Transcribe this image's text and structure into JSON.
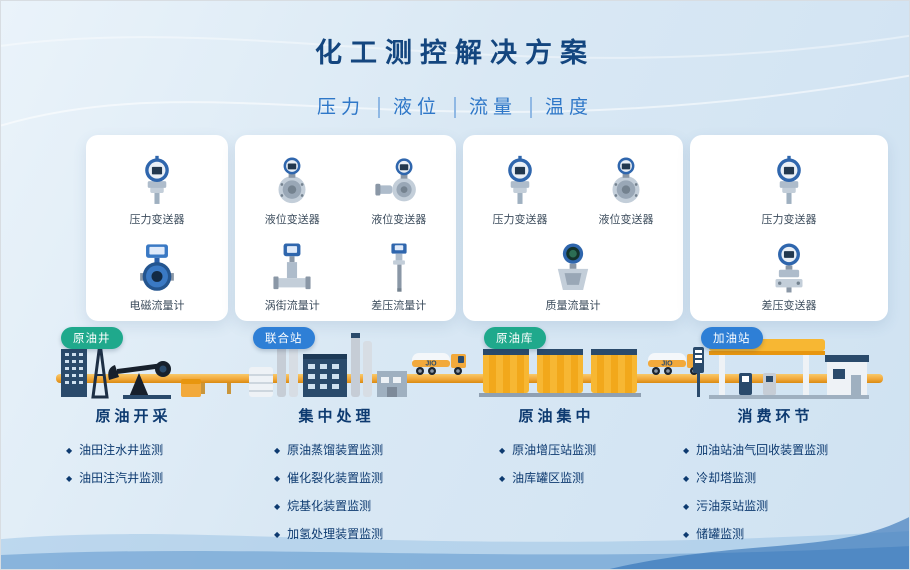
{
  "ui": {
    "bullet_glyph": "◆"
  },
  "page": {
    "title": "化工测控解决方案",
    "subtitle_parts": [
      "压力",
      "液位",
      "流量",
      "温度"
    ]
  },
  "colors": {
    "title_navy": "#14467f",
    "subtitle_blue": "#2e77c8",
    "text_navy": "#0d3a70",
    "pipeline_orange": "#f2a93b",
    "badge_teal": "#1fa98c",
    "badge_blue": "#2e7fd6"
  },
  "cards": [
    {
      "slots": [
        {
          "icon": "pressure-transmitter-icon",
          "label": "压力变送器"
        },
        {
          "icon": "electromagnetic-flowmeter-icon",
          "label": "电磁流量计"
        }
      ]
    },
    {
      "slots": [
        {
          "icon": "level-transmitter-icon",
          "label": "液位变送器"
        },
        {
          "icon": "level-transmitter-icon",
          "label": "液位变送器"
        },
        {
          "icon": "vortex-flowmeter-icon",
          "label": "涡街流量计"
        },
        {
          "icon": "dp-flowmeter-icon",
          "label": "差压流量计"
        }
      ]
    },
    {
      "slots": [
        {
          "icon": "pressure-transmitter-icon",
          "label": "压力变送器"
        },
        {
          "icon": "level-transmitter-icon",
          "label": "液位变送器"
        },
        {
          "icon": "mass-flowmeter-icon",
          "label": "质量流量计"
        }
      ]
    },
    {
      "slots": [
        {
          "icon": "pressure-transmitter-icon",
          "label": "压力变送器"
        },
        {
          "icon": "dp-transmitter-icon",
          "label": "差压变送器"
        }
      ]
    }
  ],
  "flow": {
    "truck_label": "JIO",
    "stations": [
      {
        "badge": "原油井",
        "badge_color": "#1fa98c"
      },
      {
        "badge": "联合站",
        "badge_color": "#2e7fd6"
      },
      {
        "badge": "原油库",
        "badge_color": "#1fa98c"
      },
      {
        "badge": "加油站",
        "badge_color": "#2e7fd6"
      }
    ]
  },
  "stages": [
    {
      "title": "原油开采",
      "bullets": [
        "油田注水井监测",
        "油田注汽井监测"
      ]
    },
    {
      "title": "集中处理",
      "bullets": [
        "原油蒸馏装置监测",
        "催化裂化装置监测",
        "烷基化装置监测",
        "加氢处理装置监测"
      ]
    },
    {
      "title": "原油集中",
      "bullets": [
        "原油增压站监测",
        "油库罐区监测"
      ]
    },
    {
      "title": "消费环节",
      "bullets": [
        "加油站油气回收装置监测",
        "冷却塔监测",
        "污油泵站监测",
        "储罐监测"
      ]
    }
  ]
}
